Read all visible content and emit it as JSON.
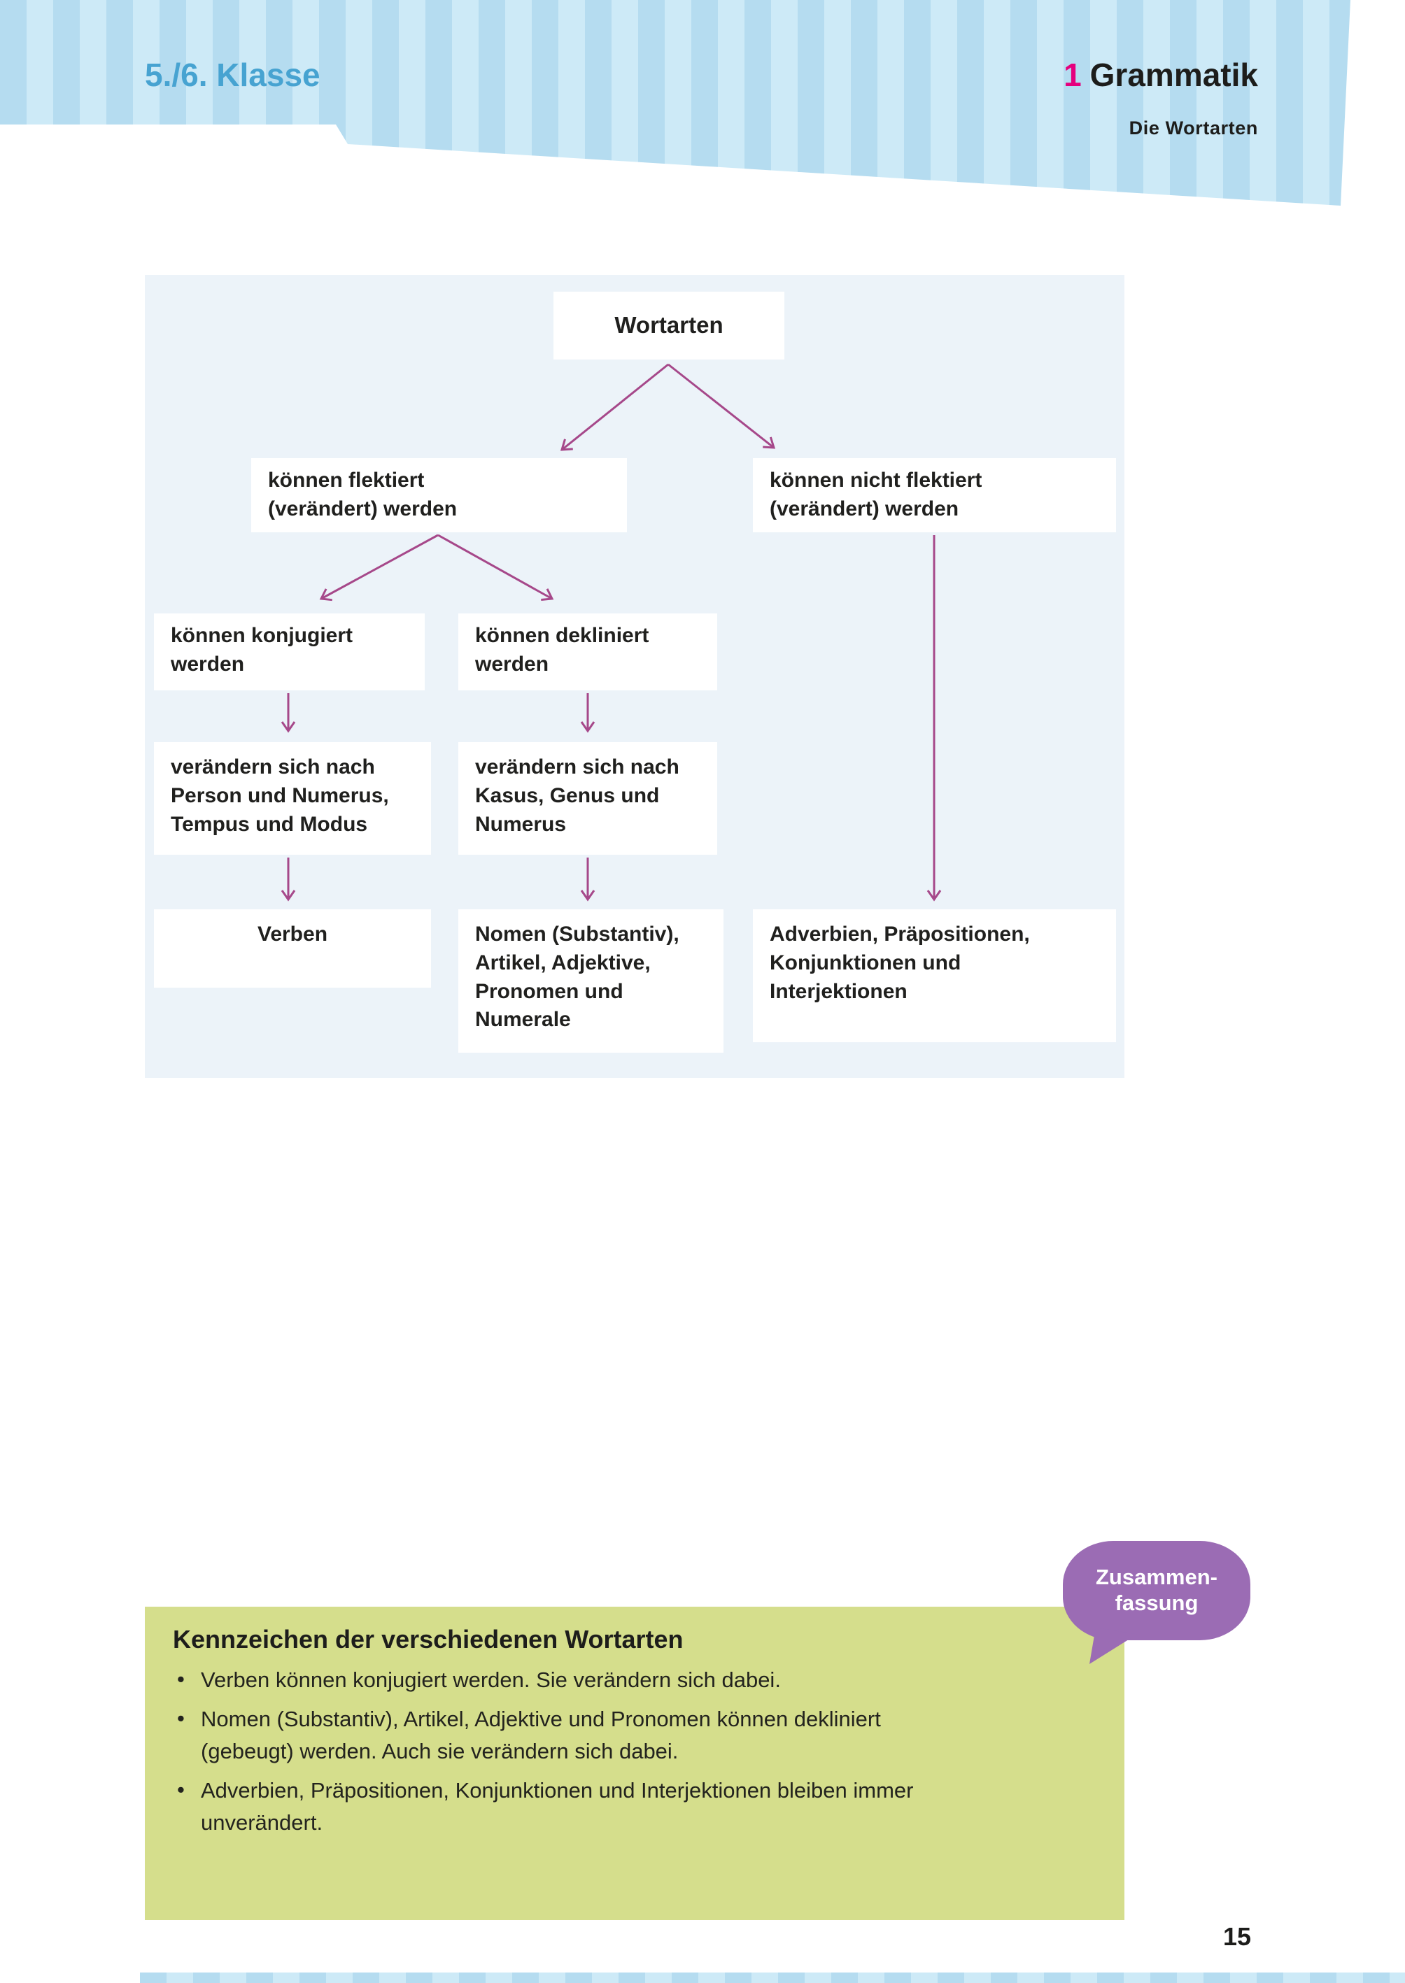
{
  "header": {
    "grade": "5./6. Klasse",
    "chapter_number": "1",
    "chapter_title": "Grammatik",
    "section_title": "Die Wortarten"
  },
  "diagram": {
    "nodes": {
      "root": "Wortarten",
      "flektiert": "können flektiert\n(verändert) werden",
      "nicht_flektiert": "können nicht flektiert\n(verändert) werden",
      "konjugiert": "können konjugiert\nwerden",
      "dekliniert": "können dekliniert\nwerden",
      "person": "verändern sich nach\nPerson und Numerus,\nTempus und Modus",
      "kasus": "verändern sich nach\nKasus, Genus und\nNumerus",
      "verben": "Verben",
      "nomen": "Nomen (Substantiv),\nArtikel, Adjektive,\nPronomen und\nNumerale",
      "adverbien": "Adverbien, Präpositionen,\nKonjunktionen und\nInterjektionen"
    }
  },
  "bubble": {
    "label": "Zusammen-\nfassung"
  },
  "summary": {
    "heading": "Kennzeichen der verschiedenen Wortarten",
    "bullets": [
      "Verben können konjugiert werden. Sie verändern sich dabei.",
      "Nomen (Substantiv), Artikel, Adjektive und Pronomen können dekliniert (gebeugt) werden. Auch sie verändern sich dabei.",
      "Adverbien, Präpositionen, Konjunktionen und Interjektionen bleiben immer unverändert."
    ]
  },
  "footer": {
    "page_number": "15"
  },
  "colors": {
    "accent_pink": "#e5007d",
    "grade_blue": "#47a3d1",
    "banner_blue_dark": "#b5dcf0",
    "banner_blue_light": "#cdeaf7",
    "panel_bg": "#ecf3f9",
    "arrow": "#a6488a",
    "bubble_purple": "#9b6cb4",
    "summary_green": "#d5de8c",
    "text_dark": "#1d1d1b"
  }
}
